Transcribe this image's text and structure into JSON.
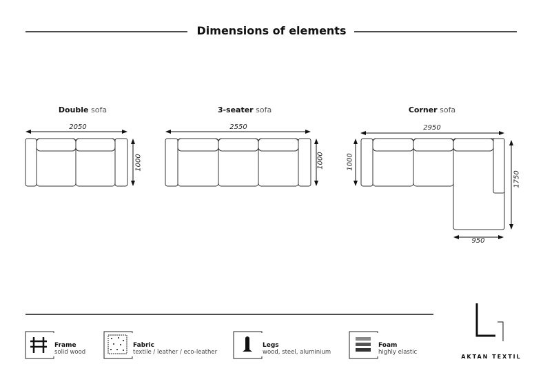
{
  "title": "Dimensions of elements",
  "sofas": [
    {
      "name_bold": "Double",
      "name_light": "sofa",
      "width": "2050",
      "depth": "1000"
    },
    {
      "name_bold": "3-seater",
      "name_light": "sofa",
      "width": "2550",
      "depth": "1000"
    },
    {
      "name_bold": "Corner",
      "name_light": "sofa",
      "width": "2950",
      "depth": "1000",
      "chaise_length": "1750",
      "chaise_width": "950"
    }
  ],
  "legend": [
    {
      "icon": "frame-icon",
      "title": "Frame",
      "desc": "solid wood"
    },
    {
      "icon": "fabric-icon",
      "title": "Fabric",
      "desc": "textile / leather / eco-leather"
    },
    {
      "icon": "legs-icon",
      "title": "Legs",
      "desc": "wood, steel, aluminium"
    },
    {
      "icon": "foam-icon",
      "title": "Foam",
      "desc": "highly elastic"
    }
  ],
  "brand": {
    "name": "AKTAN TEXTIL"
  }
}
